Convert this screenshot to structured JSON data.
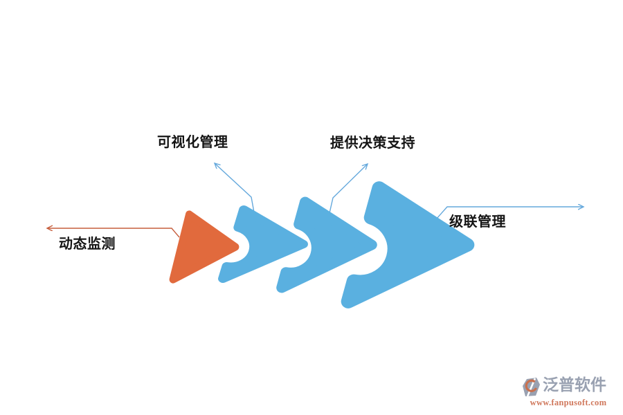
{
  "page": {
    "background": "#ffffff"
  },
  "diagram": {
    "type": "chevron-process-flow",
    "palette": {
      "orange": "#E16A3D",
      "blue": "#5AB0E0",
      "orange_line": "#C65D3C",
      "blue_line": "#64A8DC",
      "label_text": "#141414"
    },
    "steps": [
      {
        "id": "step-1",
        "shape": "rounded-triangle",
        "color": "#E16A3D",
        "label": "动态监测",
        "connector_direction": "left"
      },
      {
        "id": "step-2",
        "shape": "chevron",
        "color": "#5AB0E0",
        "label": "可视化管理",
        "connector_direction": "up-left"
      },
      {
        "id": "step-3",
        "shape": "chevron",
        "color": "#5AB0E0",
        "label": "提供决策支持",
        "connector_direction": "up-right"
      },
      {
        "id": "step-4",
        "shape": "chevron",
        "color": "#5AB0E0",
        "label": "级联管理",
        "connector_direction": "right"
      }
    ]
  },
  "watermark": {
    "brand": "泛普软件",
    "url": "www.fanpusoft.com",
    "brand_color": "#99A1B1",
    "url_color": "#D0785C",
    "icon": "fanpu-logo-icon",
    "icon_gray": "#99A1B1",
    "icon_orange": "#C9704E"
  }
}
